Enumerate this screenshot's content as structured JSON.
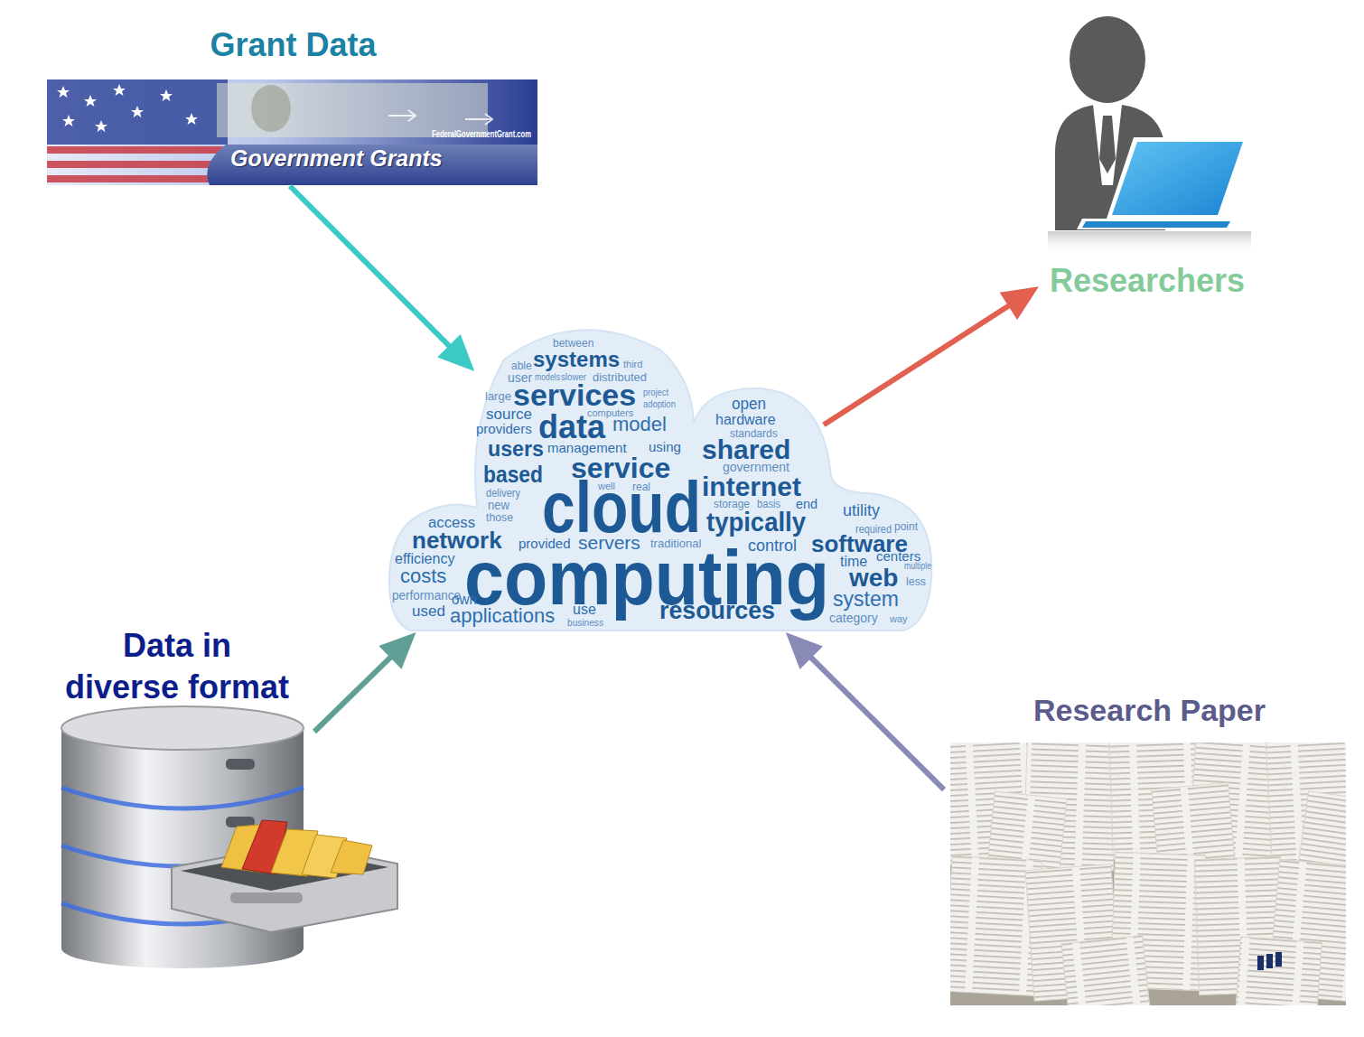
{
  "diagram": {
    "nodes": [
      {
        "text": [
          "Grant Data",
          "FederalGovernmentGrant.com",
          "Government Grants"
        ]
      },
      {
        "text": [
          "Researchers"
        ]
      },
      {
        "text": [
          "between",
          "systems",
          "third",
          "able",
          "user",
          "models",
          "slower",
          "distributed",
          "large",
          "services",
          "project",
          "source",
          "adoption",
          "computers",
          "data",
          "model",
          "providers",
          "users",
          "management",
          "using",
          "based",
          "service",
          "delivery",
          "new",
          "those",
          "well",
          "real",
          "cloud",
          "open",
          "hardware",
          "standards",
          "shared",
          "government",
          "internet",
          "storage",
          "basis",
          "end",
          "typically",
          "utility",
          "required",
          "point",
          "access",
          "network",
          "provided",
          "servers",
          "traditional",
          "control",
          "software",
          "efficiency",
          "time",
          "centers",
          "costs",
          "computing",
          "web",
          "multiple",
          "less",
          "performance",
          "used",
          "own",
          "applications",
          "use",
          "resources",
          "system",
          "category",
          "business",
          "way"
        ]
      },
      {
        "text": [
          "Data in diverse format"
        ]
      },
      {
        "text": [
          "Research Paper"
        ]
      }
    ],
    "edges": [
      {
        "from": 0,
        "to": 2,
        "arrow": "to"
      },
      {
        "from": 2,
        "to": 1,
        "arrow": "to"
      },
      {
        "from": 3,
        "to": 2,
        "arrow": "to"
      },
      {
        "from": 4,
        "to": 2,
        "arrow": "to"
      }
    ]
  }
}
